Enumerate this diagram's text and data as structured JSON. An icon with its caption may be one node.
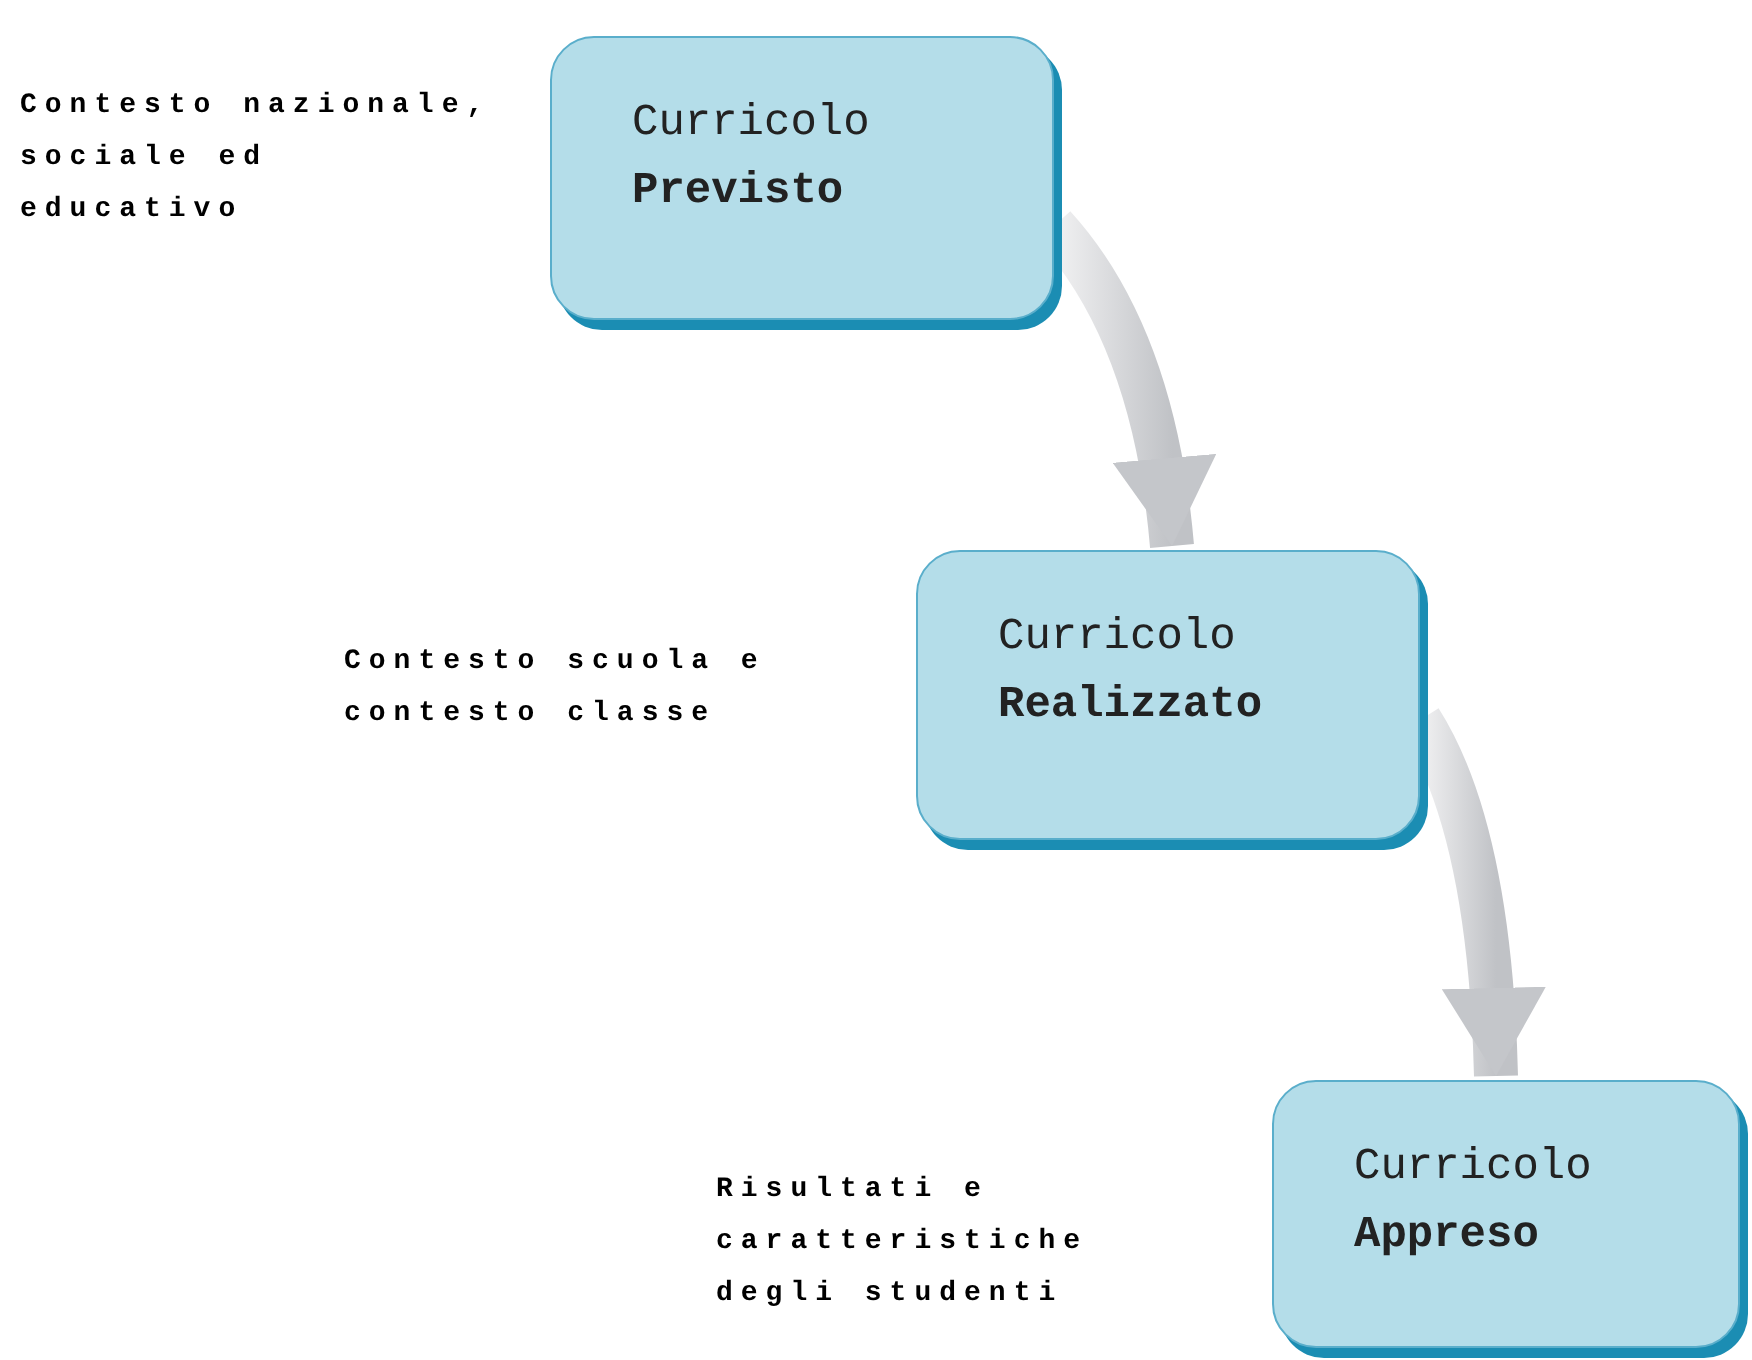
{
  "diagram": {
    "nodes": [
      {
        "text": [
          "Curricolo",
          "Previsto"
        ]
      },
      {
        "text": [
          "Curricolo",
          "Realizzato"
        ]
      },
      {
        "text": [
          "Curricolo",
          "Appreso"
        ]
      }
    ],
    "edges": [
      {
        "from": 0,
        "to": 1,
        "arrow": "to"
      },
      {
        "from": 1,
        "to": 2,
        "arrow": "to"
      }
    ],
    "labels": [
      "Contesto nazionale, sociale ed educativo",
      "Contesto scuola e contesto classe",
      "Risultati e caratteristiche degli studenti"
    ]
  }
}
